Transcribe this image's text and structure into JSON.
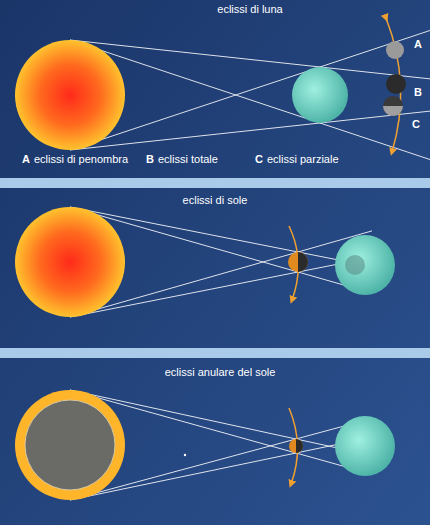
{
  "diagram": {
    "labels": [
      "eclissi di luna",
      "A",
      "B",
      "C",
      "A",
      "eclissi di penombra",
      "B",
      "eclissi totale",
      "C",
      "eclissi parziale",
      "eclissi di sole",
      "eclissi anulare del sole"
    ]
  }
}
